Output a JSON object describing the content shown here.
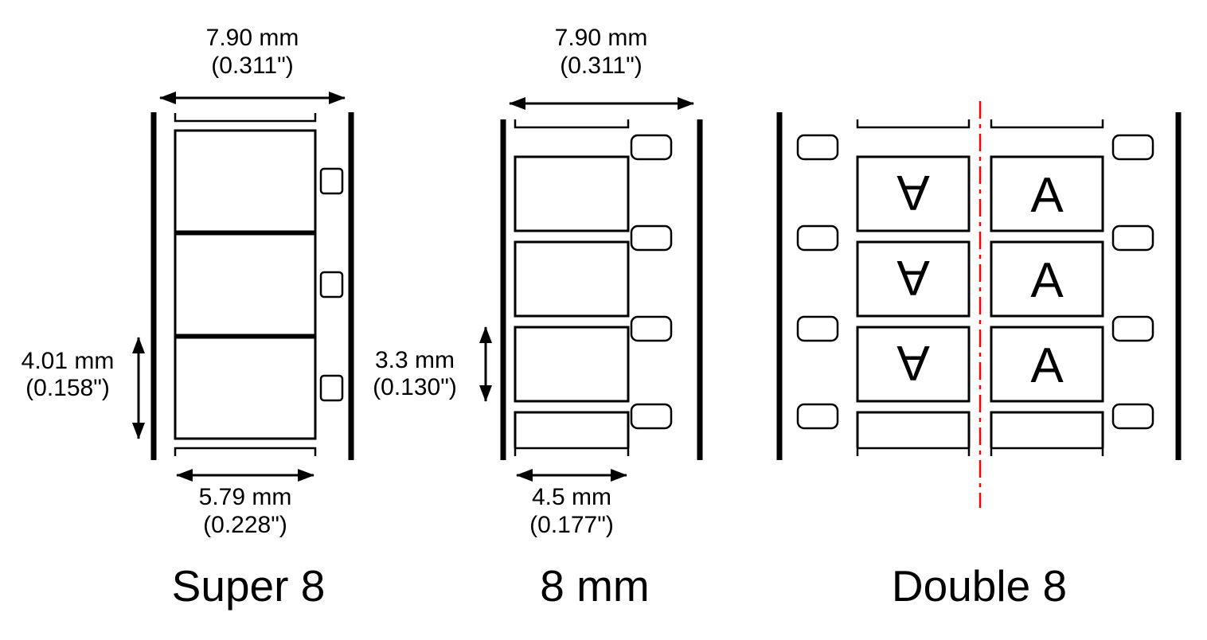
{
  "diagram": {
    "super8": {
      "name": "Super 8",
      "film_width": {
        "mm": "7.90 mm",
        "inches": "(0.311\")"
      },
      "frame_height": {
        "mm": "4.01 mm",
        "inches": "(0.158\")"
      },
      "frame_width": {
        "mm": "5.79 mm",
        "inches": "(0.228\")"
      }
    },
    "eightmm": {
      "name": "8 mm",
      "film_width": {
        "mm": "7.90 mm",
        "inches": "(0.311\")"
      },
      "frame_height": {
        "mm": "3.3 mm",
        "inches": "(0.130\")"
      },
      "frame_width": {
        "mm": "4.5 mm",
        "inches": "(0.177\")"
      }
    },
    "double8": {
      "name": "Double 8",
      "frame_letter": "A"
    },
    "colors": {
      "line": "#000000",
      "centerline_red": "#ff0000",
      "background": "#ffffff"
    }
  }
}
